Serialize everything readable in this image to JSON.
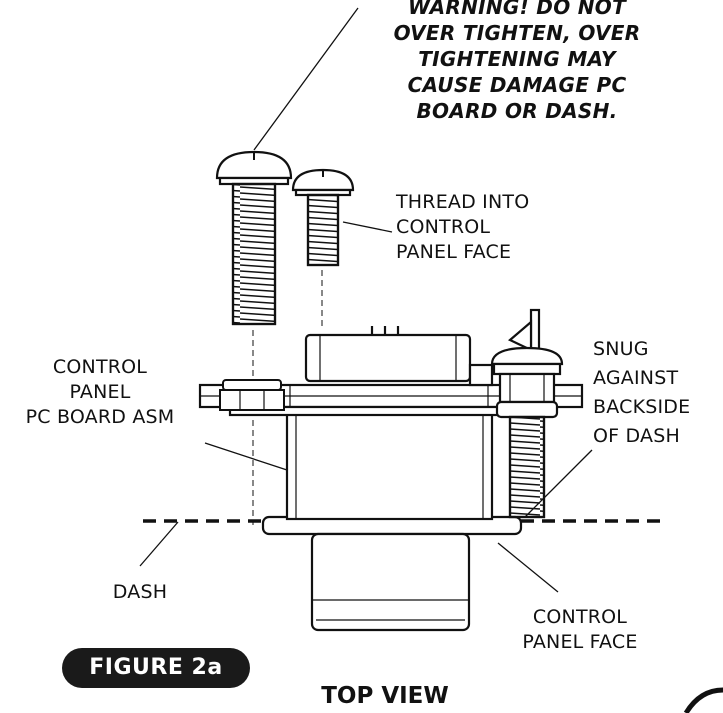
{
  "warning": {
    "lines": [
      "WARNING!  DO NOT",
      "OVER TIGHTEN, OVER",
      "TIGHTENING MAY",
      "CAUSE DAMAGE PC",
      "BOARD OR DASH."
    ]
  },
  "labels": {
    "thread_into": [
      "THREAD INTO",
      "CONTROL",
      "PANEL FACE"
    ],
    "snug_against": [
      "SNUG",
      "AGAINST",
      "BACKSIDE",
      "OF DASH"
    ],
    "pc_board_asm": [
      "CONTROL",
      "PANEL",
      "PC BOARD ASM"
    ],
    "dash": "DASH",
    "control_panel_face": [
      "CONTROL",
      "PANEL FACE"
    ]
  },
  "figure_badge": "FIGURE 2a",
  "view_caption": "TOP VIEW",
  "colors": {
    "ink": "#111111",
    "badge_bg": "#1a1a1a",
    "badge_text": "#ffffff",
    "background": "#ffffff"
  }
}
